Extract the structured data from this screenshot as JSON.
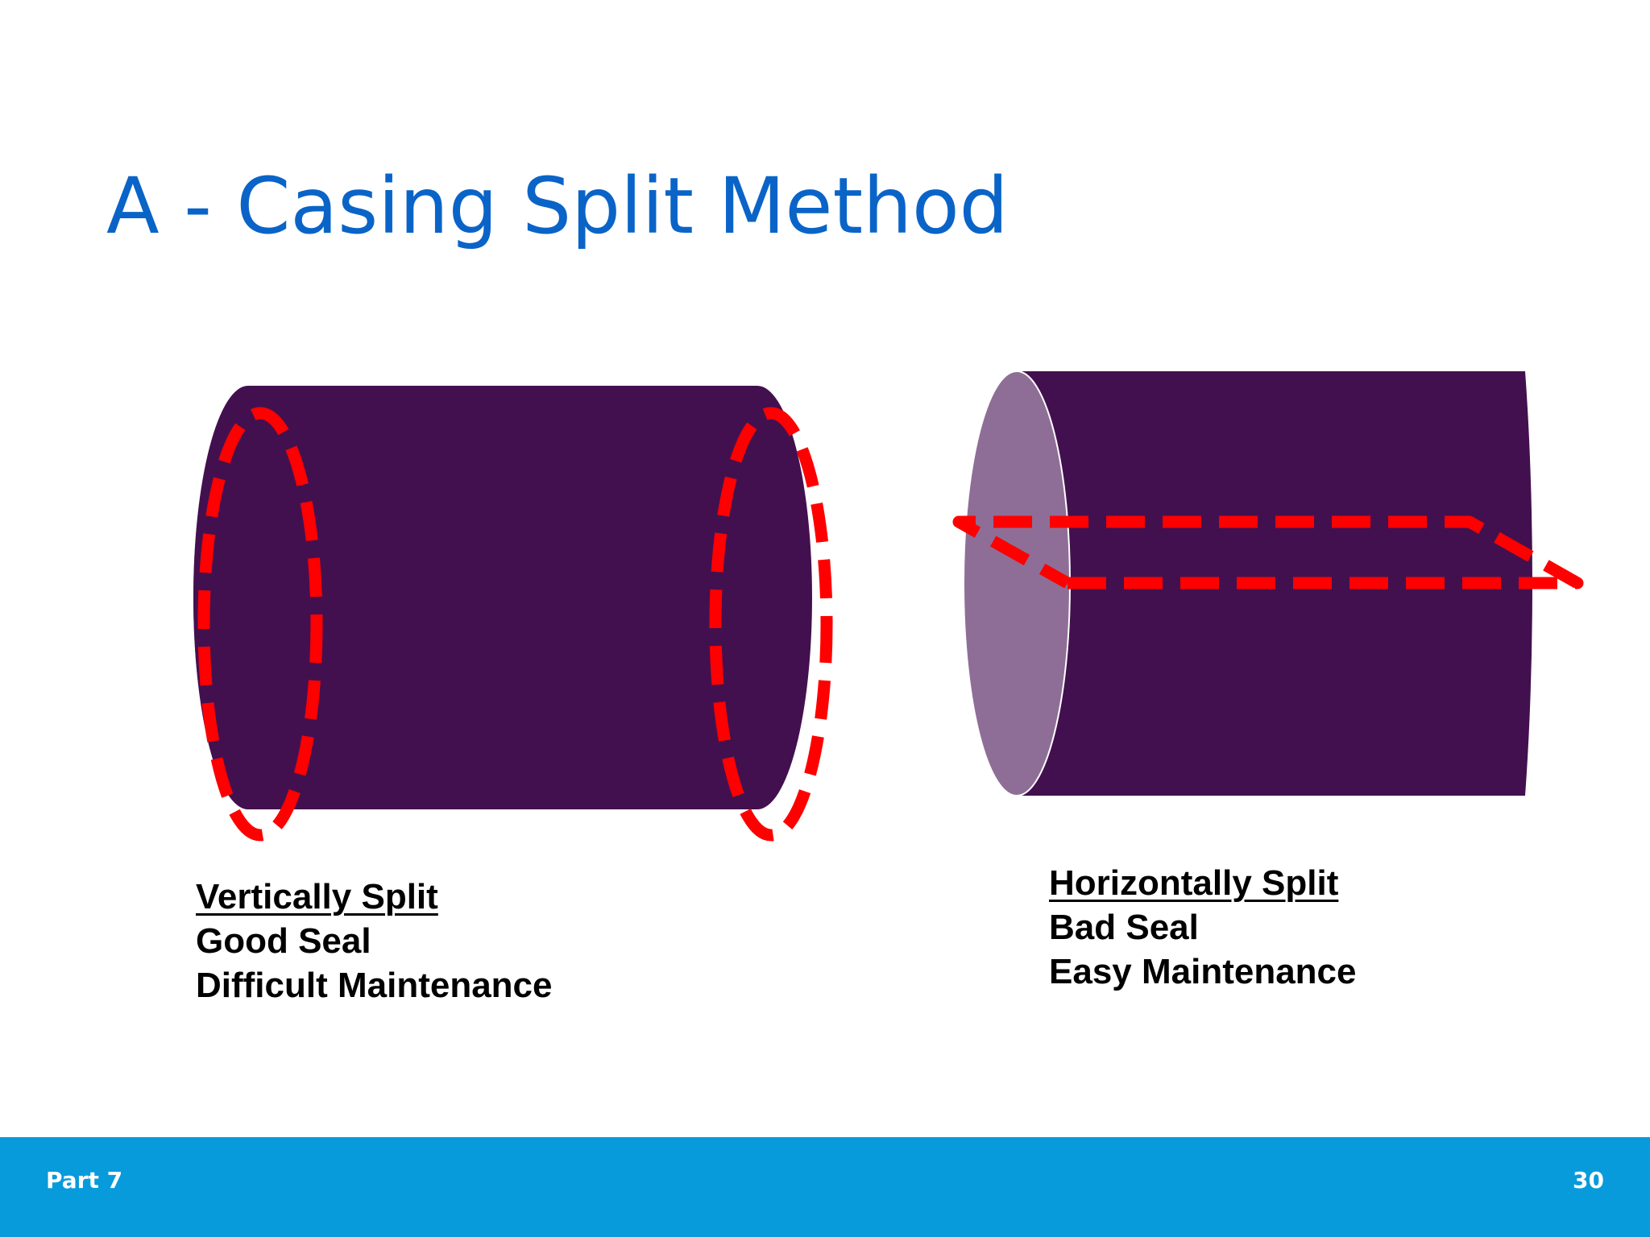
{
  "slide": {
    "title": "A - Casing Split Method",
    "footer_left": "Part 7",
    "page_number": "30"
  },
  "colors": {
    "title": "#0a64c8",
    "cylinder_body": "#43104f",
    "cylinder_face": "#8e6e97",
    "split_line": "#ff0000",
    "footer_bar": "#079bdc",
    "footer_text": "#ffffff"
  },
  "diagrams": {
    "vertical": {
      "heading": "Vertically Split",
      "line_1": "Good Seal",
      "line_2": "Difficult Maintenance"
    },
    "horizontal": {
      "heading": "Horizontally Split",
      "line_1": "Bad Seal",
      "line_2": "Easy Maintenance"
    }
  }
}
